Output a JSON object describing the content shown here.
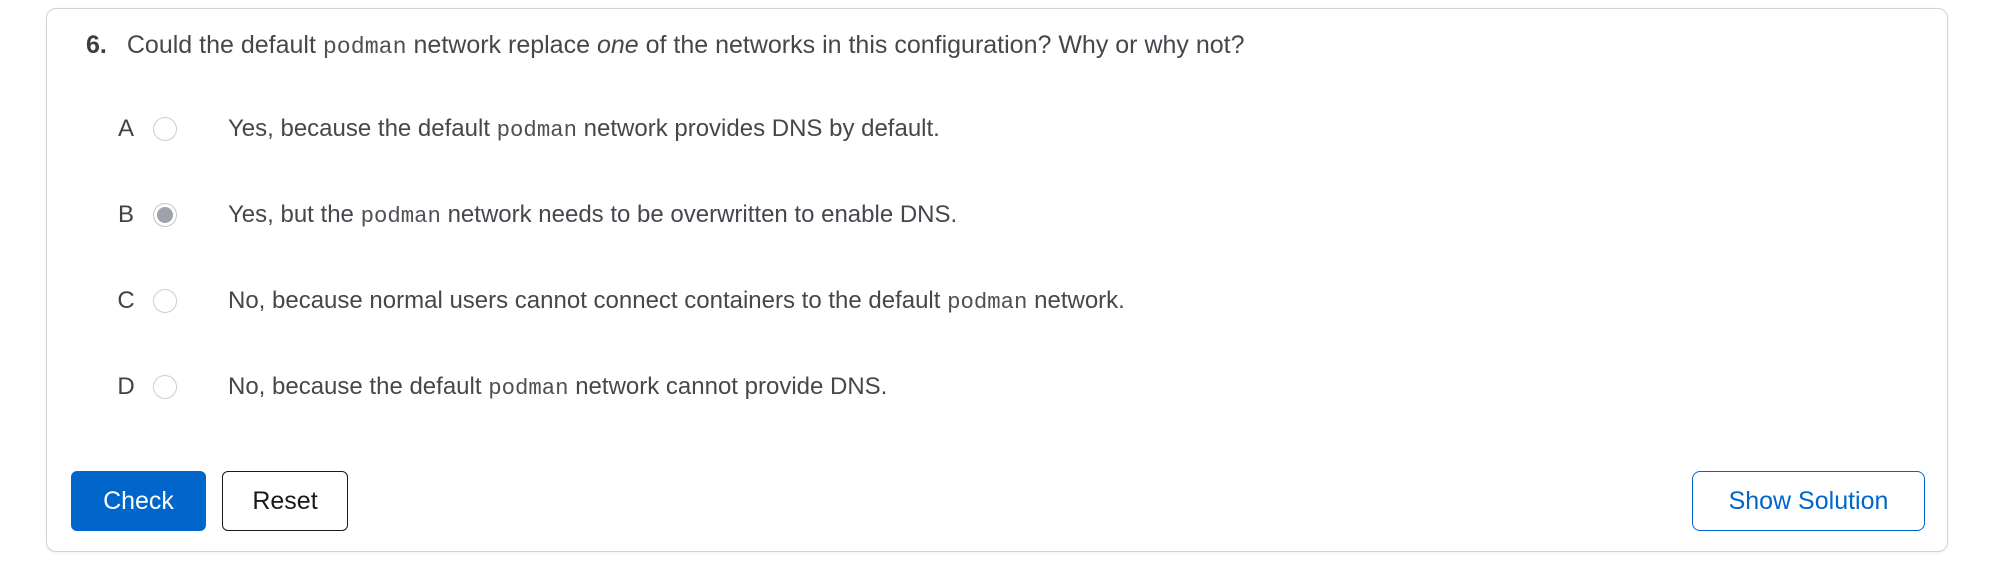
{
  "question": {
    "number": "6.",
    "segments": [
      {
        "text": "Could the default ",
        "style": "normal"
      },
      {
        "text": "podman",
        "style": "mono"
      },
      {
        "text": " network replace ",
        "style": "normal"
      },
      {
        "text": "one",
        "style": "italic"
      },
      {
        "text": " of the networks in this configuration? Why or why not?",
        "style": "normal"
      }
    ]
  },
  "options": [
    {
      "letter": "A",
      "selected": false,
      "segments": [
        {
          "text": "Yes, because the default ",
          "style": "normal"
        },
        {
          "text": "podman",
          "style": "mono"
        },
        {
          "text": " network provides DNS by default.",
          "style": "normal"
        }
      ]
    },
    {
      "letter": "B",
      "selected": true,
      "segments": [
        {
          "text": "Yes, but the ",
          "style": "normal"
        },
        {
          "text": "podman",
          "style": "mono"
        },
        {
          "text": " network needs to be overwritten to enable DNS.",
          "style": "normal"
        }
      ]
    },
    {
      "letter": "C",
      "selected": false,
      "segments": [
        {
          "text": "No, because normal users cannot connect containers to the default ",
          "style": "normal"
        },
        {
          "text": "podman",
          "style": "mono"
        },
        {
          "text": " network.",
          "style": "normal"
        }
      ]
    },
    {
      "letter": "D",
      "selected": false,
      "segments": [
        {
          "text": "No, because the default ",
          "style": "normal"
        },
        {
          "text": "podman",
          "style": "mono"
        },
        {
          "text": " network cannot provide DNS.",
          "style": "normal"
        }
      ]
    }
  ],
  "buttons": {
    "check": "Check",
    "reset": "Reset",
    "show_solution": "Show Solution"
  },
  "colors": {
    "primary_blue": "#0066cc",
    "body_text": "#44484d",
    "card_border": "#d2d2d2",
    "radio_selected_fill": "#9ea3ab",
    "reset_border": "#1a1a1a"
  }
}
